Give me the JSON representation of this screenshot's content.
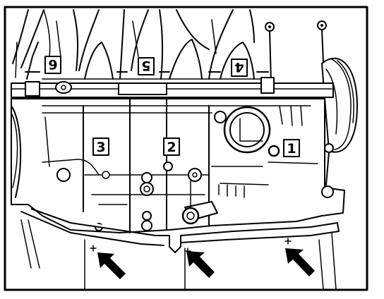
{
  "diagram": {
    "frame_color": "#000000",
    "background": "#ffffff",
    "labels": [
      {
        "id": "1",
        "text": "1"
      },
      {
        "id": "2",
        "text": "2"
      },
      {
        "id": "3",
        "text": "3"
      },
      {
        "id": "4",
        "text": "4"
      },
      {
        "id": "5",
        "text": "5"
      },
      {
        "id": "6",
        "text": "6"
      }
    ],
    "arrows": [
      {
        "id": "left",
        "icon": "arrow-up-left-icon"
      },
      {
        "id": "middle",
        "icon": "arrow-up-left-icon"
      },
      {
        "id": "right",
        "icon": "arrow-up-left-icon"
      }
    ]
  }
}
